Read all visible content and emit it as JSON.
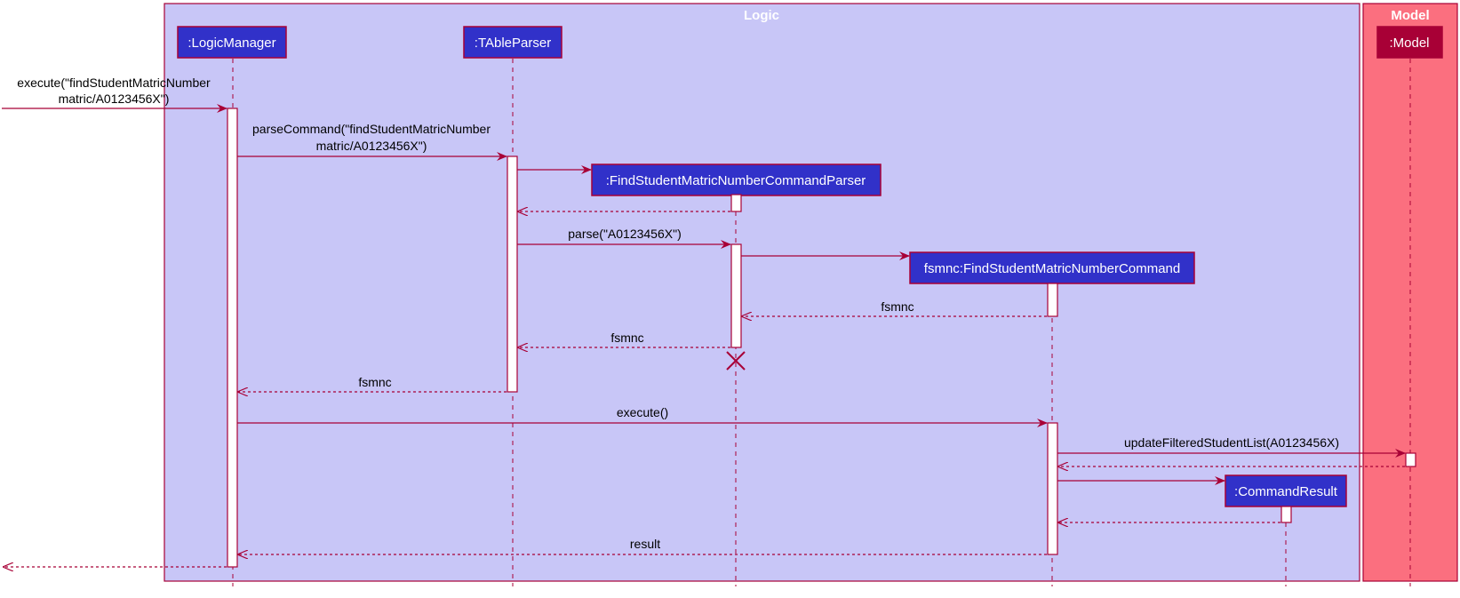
{
  "groups": {
    "logic": {
      "title": "Logic",
      "fill": "#C8C6F7",
      "stroke": "#A80036"
    },
    "model": {
      "title": "Model",
      "fill": "#FB6F7F",
      "stroke": "#A80036"
    }
  },
  "participants": {
    "logic_manager": ":LogicManager",
    "table_parser": ":TAbleParser",
    "fsmn_parser": ":FindStudentMatricNumberCommandParser",
    "fsmn_command": "fsmnc:FindStudentMatricNumberCommand",
    "command_result": ":CommandResult",
    "model": ":Model"
  },
  "messages": {
    "execute_call_line1": "execute(\"findStudentMatricNumber",
    "execute_call_line2": "matric/A0123456X\")",
    "parse_command_line1": "parseCommand(\"findStudentMatricNumber",
    "parse_command_line2": "matric/A0123456X\")",
    "parse_call": "parse(\"A0123456X\")",
    "return_fsmnc_1": "fsmnc",
    "return_fsmnc_2": "fsmnc",
    "return_fsmnc_3": "fsmnc",
    "execute_cmd": "execute()",
    "update_filtered": "updateFilteredStudentList(A0123456X)",
    "return_result": "result"
  },
  "colors": {
    "participant_fill": "#3131C9",
    "model_participant_fill": "#A80036",
    "border": "#A80036",
    "arrow": "#A80036",
    "activation_fill": "#ffffff"
  }
}
